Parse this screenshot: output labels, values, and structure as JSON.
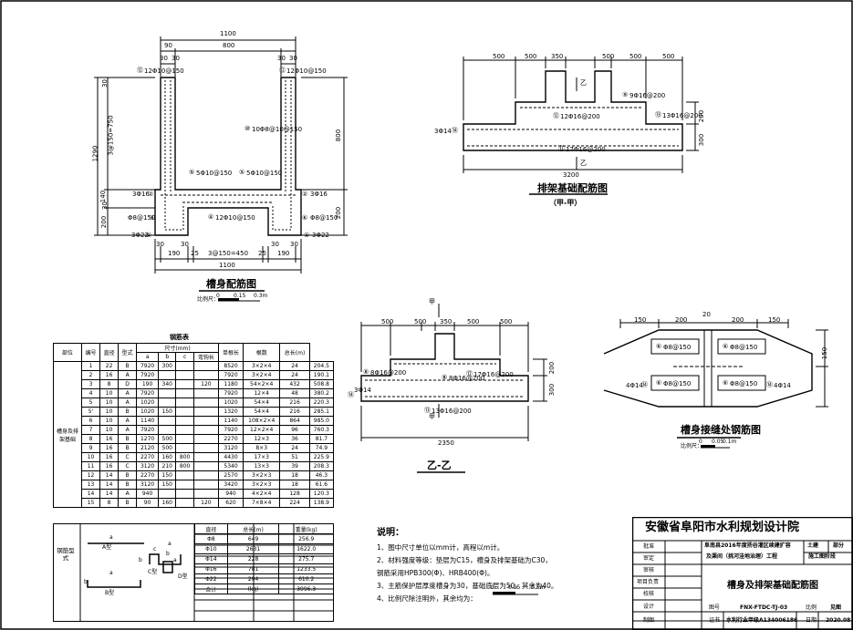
{
  "drawing_1": {
    "title": "槽身配筋图",
    "scale_label": "比例尺：",
    "scale_ticks": [
      "0",
      "0.15",
      "0.3m"
    ],
    "top_dims": [
      "1100",
      "90",
      "800",
      "30",
      "30",
      "30",
      "30"
    ],
    "bottom_dims": [
      "30",
      "190",
      "30",
      "25",
      "3@150=450",
      "25",
      "30",
      "190",
      "30",
      "1100"
    ],
    "left_dims": [
      "1290",
      "30",
      "3@150=750",
      "140",
      "30",
      "200"
    ],
    "right_dims": [
      "800",
      "200"
    ],
    "callouts": [
      "12Φ10@150",
      "12Φ10@150",
      "10Φ8@10@150",
      "5Φ10@150",
      "5Φ10@150",
      "3Φ16",
      "3Φ16",
      "Φ8@150",
      "Φ8@150",
      "12Φ10@150",
      "3Φ22",
      "3Φ22"
    ],
    "markers": [
      "⑫",
      "⑫",
      "⑩",
      "⑤",
      "⑤",
      "②",
      "②",
      "⑥",
      "⑥",
      "④",
      "①",
      "①"
    ]
  },
  "drawing_2": {
    "title": "排架基础配筋图",
    "subtitle": "（甲-甲）",
    "top_dims": [
      "500",
      "500",
      "350",
      "500",
      "500",
      "500"
    ],
    "bottom_dim": "3200",
    "right_dims": [
      "300",
      "200"
    ],
    "section_mark": "乙",
    "callouts": [
      "9Φ16@200",
      "12Φ16@200",
      "13Φ16@200",
      "3Φ14",
      "17Φ16@200"
    ],
    "markers": [
      "⑨",
      "⑫",
      "⑬",
      "⑭",
      "⑰"
    ]
  },
  "drawing_3": {
    "title": "乙-乙",
    "section_mark": "甲",
    "top_dims": [
      "500",
      "500",
      "350",
      "500",
      "500"
    ],
    "bottom_dim": "2350",
    "right_dims": [
      "300",
      "200"
    ],
    "callouts": [
      "8Φ16@200",
      "8Φ16@200",
      "17Φ16@200",
      "3Φ14",
      "13Φ16@200"
    ],
    "markers": [
      "⑧",
      "⑧",
      "⑰",
      "⑭",
      "⑬"
    ]
  },
  "drawing_4": {
    "title": "槽身接缝处钢筋图",
    "scale_label": "比例尺：",
    "scale_ticks": [
      "0",
      "0.05",
      "0.1m"
    ],
    "top_dims": [
      "150",
      "200",
      "20",
      "200",
      "150"
    ],
    "right_dim": "150",
    "callouts": [
      "Φ8@150",
      "Φ8@150",
      "Φ8@150",
      "Φ8@150",
      "4Φ14",
      "4Φ14"
    ],
    "markers": [
      "⑥",
      "⑥",
      "⑥",
      "⑥",
      "⑭",
      "⑭"
    ]
  },
  "rebar_table": {
    "title": "钢筋表",
    "headers": [
      "部位",
      "编号",
      "直径",
      "型式",
      "尺寸(mm)",
      "a",
      "b",
      "c",
      "弯钩长",
      "单根长",
      "根数",
      "总长(m)"
    ],
    "group_label": "槽身及排架基础",
    "rows": [
      [
        "1",
        "22",
        "B",
        "7920",
        "300",
        "",
        "",
        "8520",
        "3×2×4",
        "24",
        "204.5"
      ],
      [
        "2",
        "16",
        "A",
        "7920",
        "",
        "",
        "",
        "7920",
        "3×2×4",
        "24",
        "190.1"
      ],
      [
        "3",
        "8",
        "D",
        "190",
        "340",
        "",
        "120",
        "1180",
        "54×2×4",
        "432",
        "508.8"
      ],
      [
        "4",
        "10",
        "A",
        "7920",
        "",
        "",
        "",
        "7920",
        "12×4",
        "48",
        "380.2"
      ],
      [
        "5",
        "10",
        "A",
        "1020",
        "",
        "",
        "",
        "1020",
        "54×4",
        "216",
        "220.3"
      ],
      [
        "5'",
        "10",
        "B",
        "1020",
        "150",
        "",
        "",
        "1320",
        "54×4",
        "216",
        "285.1"
      ],
      [
        "6",
        "10",
        "A",
        "1140",
        "",
        "",
        "",
        "1140",
        "108×2×4",
        "864",
        "985.0"
      ],
      [
        "7",
        "10",
        "A",
        "7920",
        "",
        "",
        "",
        "7920",
        "12×2×4",
        "96",
        "760.3"
      ],
      [
        "8",
        "16",
        "B",
        "1270",
        "500",
        "",
        "",
        "2270",
        "12×3",
        "36",
        "81.7"
      ],
      [
        "9",
        "16",
        "B",
        "2120",
        "500",
        "",
        "",
        "3120",
        "8×3",
        "24",
        "74.9"
      ],
      [
        "10",
        "16",
        "C",
        "2270",
        "160",
        "800",
        "",
        "4430",
        "17×3",
        "51",
        "225.9"
      ],
      [
        "11",
        "16",
        "C",
        "3120",
        "210",
        "800",
        "",
        "5340",
        "13×3",
        "39",
        "208.3"
      ],
      [
        "12",
        "14",
        "B",
        "2270",
        "150",
        "",
        "",
        "2570",
        "3×2×3",
        "18",
        "46.3"
      ],
      [
        "13",
        "14",
        "B",
        "3120",
        "150",
        "",
        "",
        "3420",
        "3×2×3",
        "18",
        "61.6"
      ],
      [
        "14",
        "14",
        "A",
        "940",
        "",
        "",
        "",
        "940",
        "4×2×4",
        "128",
        "120.3"
      ],
      [
        "15",
        "8",
        "B",
        "90",
        "160",
        "",
        "120",
        "620",
        "7×8×4",
        "224",
        "138.9"
      ]
    ],
    "summary_headers": [
      "直径",
      "总长(m)",
      "重量(kg)"
    ],
    "summary_rows": [
      [
        "Φ8",
        "649",
        "256.9"
      ],
      [
        "Φ10",
        "2631",
        "1622.0"
      ],
      [
        "Φ14",
        "228",
        "275.7"
      ],
      [
        "Φ16",
        "781",
        "1233.5"
      ],
      [
        "Φ22",
        "204",
        "610.2"
      ],
      [
        "合计",
        "(kg)",
        "3996.3"
      ]
    ],
    "shape_group_label": "钢筋型式",
    "shape_labels": [
      "A型",
      "B型",
      "C型",
      "D型"
    ],
    "shape_letters": [
      "a",
      "a",
      "b",
      "c",
      "b",
      "a",
      "b",
      "a"
    ]
  },
  "notes": {
    "title": "说明：",
    "items": [
      "1、图中尺寸单位以mm计，高程以m计。",
      "2、材料强度等级：垫层为C15，槽身及排架基础为C30，",
      "   钢筋采用HPB300(Φ)、HRB400(Φ)。",
      "3、主筋保护层厚度槽身为30，基础底层为50，其余为40。",
      "4、比例尺除注明外，其余均为："
    ],
    "scale_ticks": [
      "0",
      "0.25",
      "0.5m"
    ]
  },
  "title_block": {
    "institute": "安徽省阜阳市水利规划设计院",
    "roles": [
      "批准",
      "审定",
      "审核",
      "项目负责",
      "校核",
      "设计",
      "制图"
    ],
    "project_line1": "阜南县2016年度扬谷灌区续建扩容",
    "project_line2": "及渠间（挑河洼地治理）工程",
    "category_labels": [
      "土建",
      "部分"
    ],
    "stage": "施工图阶段",
    "drawing_name": "槽身及排架基础配筋图",
    "drawing_no_label": "图号",
    "drawing_no": "FNX-FTDC-TJ-03",
    "scale_label": "比例",
    "scale_value": "见图",
    "cert_label": "证书",
    "cert_value": "水利行业甲级A134006186",
    "date_label": "日期",
    "date_value": "2020.08"
  }
}
